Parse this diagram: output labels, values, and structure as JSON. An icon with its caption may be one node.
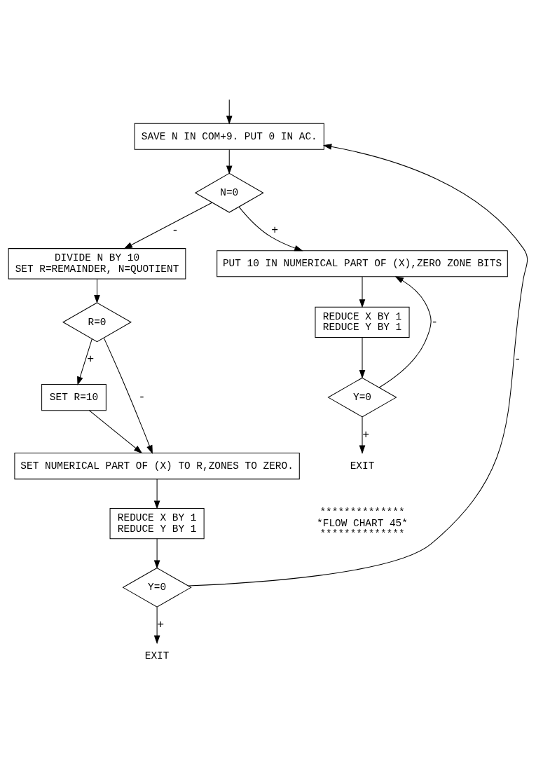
{
  "diagram": {
    "nodes": [
      {
        "text": [
          "SAVE N IN COM+9. PUT 0 IN AC."
        ]
      },
      {
        "text": [
          "N=0"
        ]
      },
      {
        "text": [
          "DIVIDE N BY 10",
          "SET R=REMAINDER, N=QUOTIENT"
        ]
      },
      {
        "text": [
          "R=0"
        ]
      },
      {
        "text": [
          "SET R=10"
        ]
      },
      {
        "text": [
          "SET NUMERICAL PART OF (X) TO R,ZONES TO ZERO."
        ]
      },
      {
        "text": [
          "REDUCE X BY 1",
          "REDUCE Y BY 1"
        ]
      },
      {
        "text": [
          "Y=0"
        ]
      },
      {
        "text": [
          "EXIT"
        ]
      },
      {
        "text": [
          "PUT 10 IN NUMERICAL PART OF (X),ZERO ZONE BITS"
        ]
      },
      {
        "text": [
          "REDUCE X BY 1",
          "REDUCE Y BY 1"
        ]
      },
      {
        "text": [
          "Y=0"
        ]
      },
      {
        "text": [
          "EXIT"
        ]
      }
    ],
    "edges": [
      {
        "from": null,
        "to": 0,
        "arrow": "to"
      },
      {
        "from": 0,
        "to": 1,
        "arrow": "to"
      },
      {
        "from": 1,
        "to": 9,
        "arrow": "to",
        "label": "+"
      },
      {
        "from": 1,
        "to": 2,
        "arrow": "to",
        "label": "-"
      },
      {
        "from": 2,
        "to": 3,
        "arrow": "to"
      },
      {
        "from": 3,
        "to": 4,
        "arrow": "to",
        "label": "+"
      },
      {
        "from": 3,
        "to": 5,
        "arrow": "to",
        "label": "-"
      },
      {
        "from": 4,
        "to": 5,
        "arrow": "to"
      },
      {
        "from": 5,
        "to": 6,
        "arrow": "to"
      },
      {
        "from": 6,
        "to": 7,
        "arrow": "to"
      },
      {
        "from": 7,
        "to": 0,
        "arrow": "to",
        "label": "-"
      },
      {
        "from": 7,
        "to": 8,
        "arrow": "to",
        "label": "+"
      },
      {
        "from": 9,
        "to": 10,
        "arrow": "to"
      },
      {
        "from": 10,
        "to": 11,
        "arrow": "to"
      },
      {
        "from": 11,
        "to": 9,
        "arrow": "to",
        "label": "-"
      },
      {
        "from": 11,
        "to": 12,
        "arrow": "to",
        "label": "+"
      }
    ],
    "labels": [
      "**************",
      "*FLOW CHART 45*",
      "**************"
    ]
  }
}
